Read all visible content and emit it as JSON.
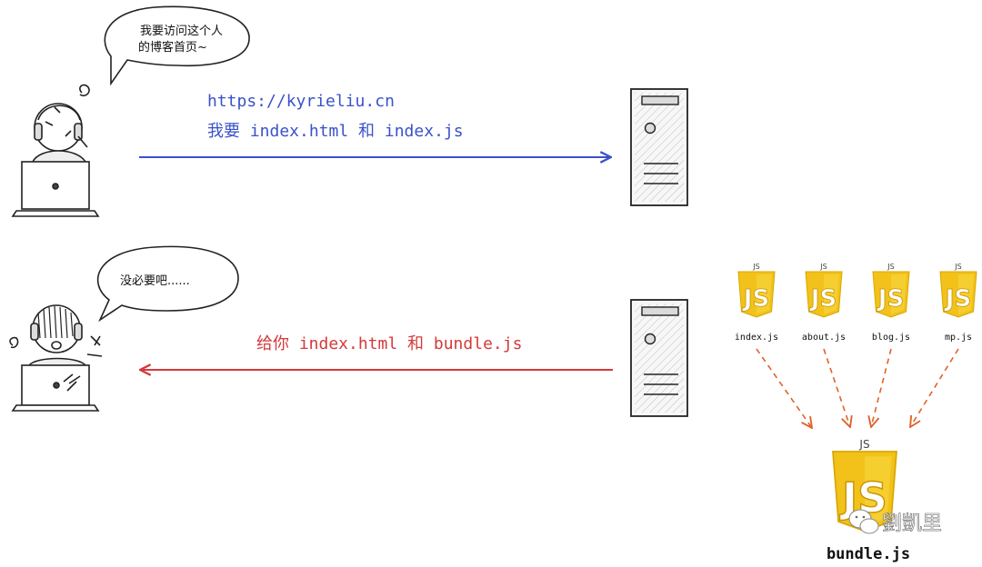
{
  "top_scene": {
    "bubble_lines": [
      "我要访问这个人",
      "的博客首页~"
    ],
    "url": "https://kyrieliu.cn",
    "request_text": "我要 index.html 和 index.js",
    "arrow_color": "#3a52c9"
  },
  "bottom_scene": {
    "bubble_text": "没必要吧......",
    "response_text": "给你 index.html 和 bundle.js",
    "arrow_color": "#d43a3a"
  },
  "bundler": {
    "js_badge_label": "JS",
    "files": [
      "index.js",
      "about.js",
      "blog.js",
      "mp.js"
    ],
    "bundle_badge_label": "JS",
    "bundle_name": "bundle.js",
    "arrow_color": "#e0622b",
    "badge_color": "#f2c21b"
  },
  "watermark": {
    "icon": "wechat-icon",
    "text": "劉凱里"
  }
}
